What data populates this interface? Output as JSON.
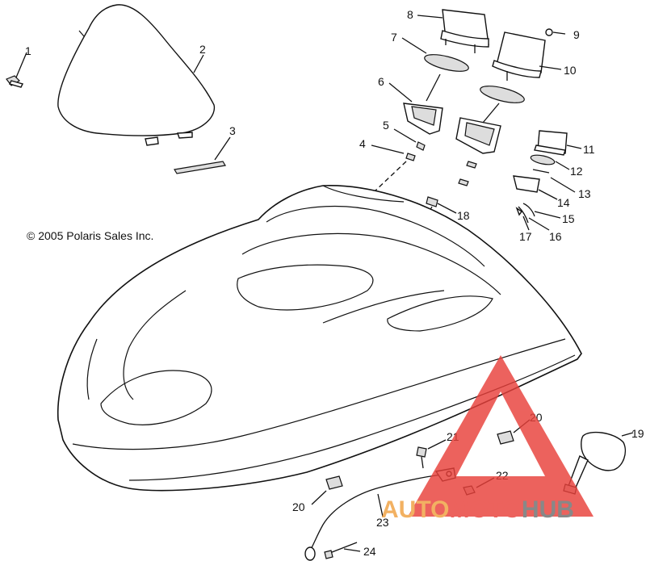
{
  "copyright": "© 2005 Polaris Sales Inc.",
  "callouts": [
    "1",
    "2",
    "3",
    "4",
    "5",
    "6",
    "7",
    "8",
    "9",
    "10",
    "11",
    "12",
    "13",
    "14",
    "15",
    "16",
    "17",
    "18",
    "19",
    "20",
    "20",
    "21",
    "22",
    "23",
    "24"
  ],
  "watermark": {
    "part1": "AUTO",
    "part2": "MOTO",
    "part3": "HUB",
    "color_orange": "#f0a040",
    "color_red": "#e8403a",
    "color_gray": "#6e6e6e"
  }
}
